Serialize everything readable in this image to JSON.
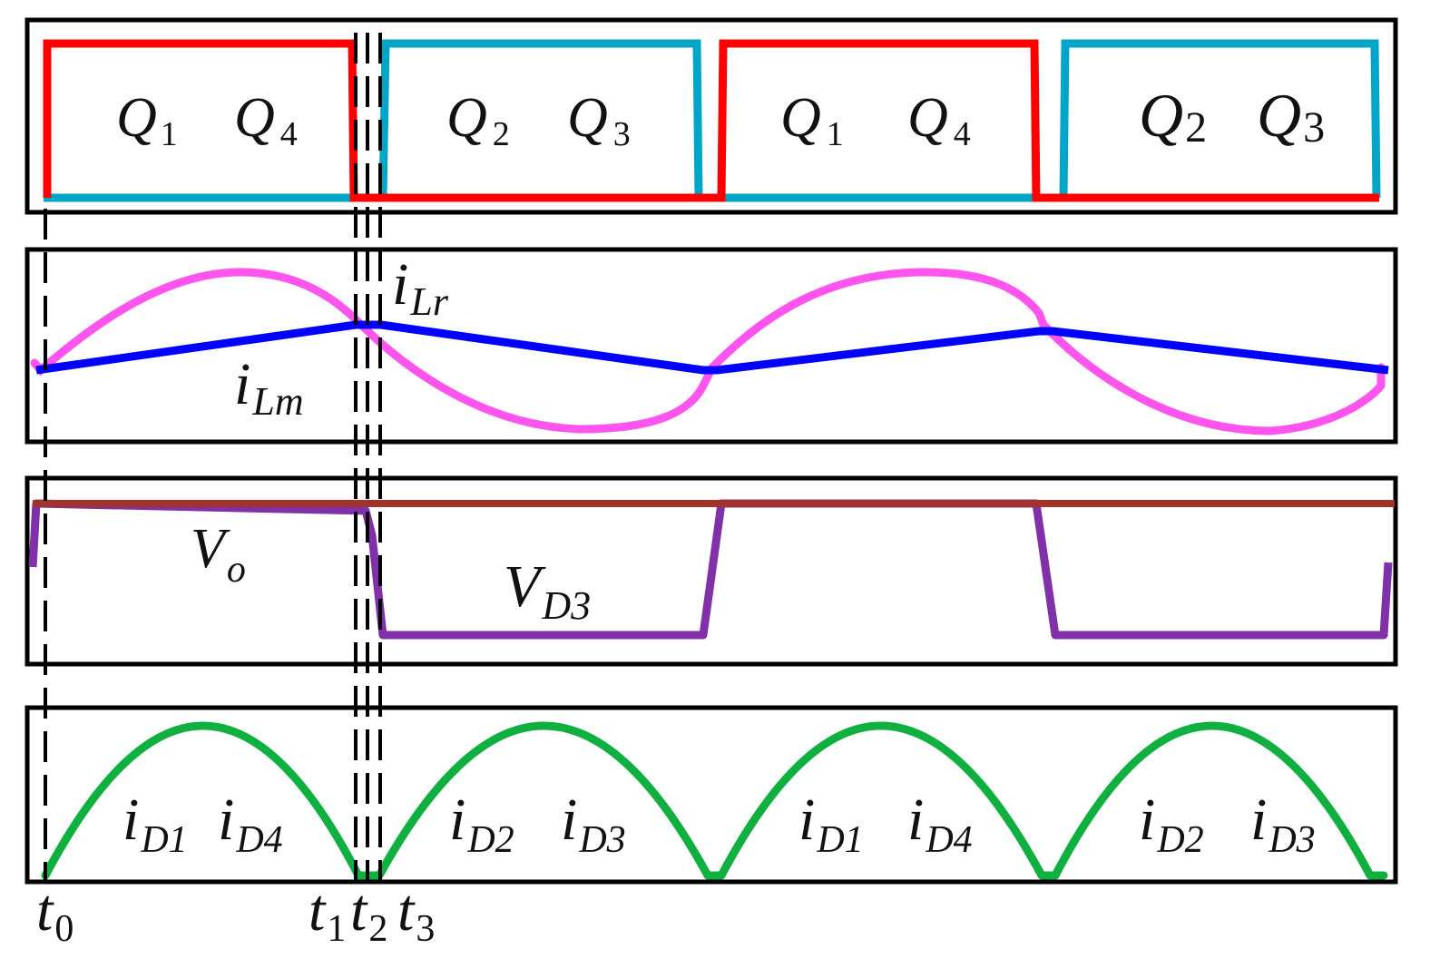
{
  "panels": {
    "gate": {
      "labels": [
        {
          "main": "Q",
          "sub": "1"
        },
        {
          "main": "Q",
          "sub": "4"
        },
        {
          "main": "Q",
          "sub": "2"
        },
        {
          "main": "Q",
          "sub": "3"
        },
        {
          "main": "Q",
          "sub": "1"
        },
        {
          "main": "Q",
          "sub": "4"
        },
        {
          "main": "Q",
          "sub": "2"
        },
        {
          "main": "Q",
          "sub": "3"
        }
      ]
    },
    "current": {
      "label_resonant": {
        "main": "i",
        "sub": "Lr"
      },
      "label_magnetizing": {
        "main": "i",
        "sub": "Lm"
      }
    },
    "voltage": {
      "label_output": {
        "main": "V",
        "sub": "o"
      },
      "label_diode": {
        "main": "V",
        "sub": "D3"
      }
    },
    "diode": {
      "labels": [
        {
          "main": "i",
          "sub": "D1"
        },
        {
          "main": "i",
          "sub": "D4"
        },
        {
          "main": "i",
          "sub": "D2"
        },
        {
          "main": "i",
          "sub": "D3"
        },
        {
          "main": "i",
          "sub": "D1"
        },
        {
          "main": "i",
          "sub": "D4"
        },
        {
          "main": "i",
          "sub": "D2"
        },
        {
          "main": "i",
          "sub": "D3"
        }
      ]
    }
  },
  "time_markers": [
    {
      "main": "t",
      "sub": "0"
    },
    {
      "main": "t",
      "sub": "1"
    },
    {
      "main": "t",
      "sub": "2"
    },
    {
      "main": "t",
      "sub": "3"
    }
  ],
  "colors": {
    "q1q4": "#ff0000",
    "q2q3": "#00a6c8",
    "iLr": "#ff55ee",
    "iLm": "#0000ff",
    "vo": "#a0332a",
    "vd3": "#8030a8",
    "idiode": "#10b040",
    "frame": "#000000"
  }
}
